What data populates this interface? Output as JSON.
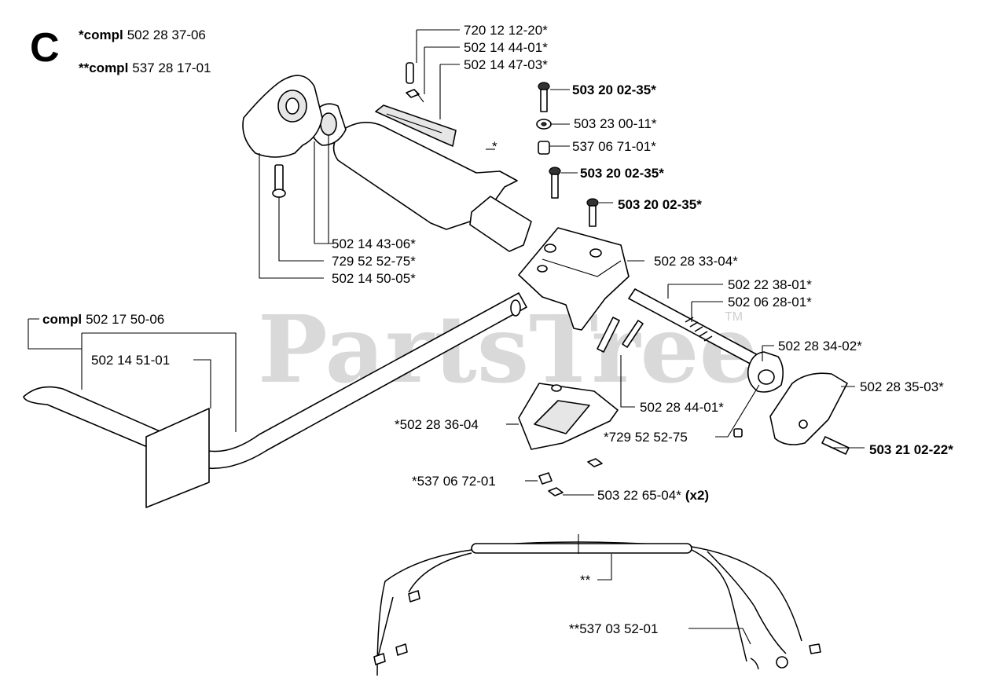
{
  "section_letter": "C",
  "compl_notes": [
    {
      "prefix": "*compl",
      "number": "502 28 37-06"
    },
    {
      "prefix": "**compl",
      "number": "537 28 17-01"
    }
  ],
  "handle_assembly": {
    "prefix": "compl",
    "number": "502 17 50-06"
  },
  "labels": {
    "p_720_12_12_20": "720 12 12-20*",
    "p_502_14_44_01": "502 14 44-01*",
    "p_502_14_47_03": "502 14 47-03*",
    "p_503_20_02_35_a": "503 20 02-35*",
    "p_503_23_00_11": "503 23 00-11*",
    "p_537_06_71_01": "537 06 71-01*",
    "p_503_20_02_35_b": "503 20 02-35*",
    "p_503_20_02_35_c": "503 20 02-35*",
    "star_grip": "*",
    "p_502_14_43_06": "502 14 43-06*",
    "p_729_52_52_75": "729 52 52-75*",
    "p_502_14_50_05": "502 14 50-05*",
    "p_502_28_33_04": "502 28 33-04*",
    "p_502_22_38_01": "502 22 38-01*",
    "p_502_06_28_01": "502 06 28-01*",
    "p_502_28_34_02": "502 28 34-02*",
    "p_502_14_51_01": "502 14 51-01",
    "p_502_28_35_03": "502 28 35-03*",
    "p_502_28_44_01": "502 28 44-01*",
    "p_502_28_36_04": "*502 28 36-04",
    "p_729_52_52_75_b": "*729 52 52-75",
    "p_503_21_02_22": "503 21 02-22*",
    "p_537_06_72_01": "*537 06 72-01",
    "p_503_22_65_04": "503 22 65-04*",
    "p_503_22_65_04_qty": "(x2)",
    "star_star_cable": "**",
    "p_537_03_52_01": "**537 03 52-01"
  },
  "watermark": {
    "text": "PartsTree",
    "tm": "TM"
  }
}
